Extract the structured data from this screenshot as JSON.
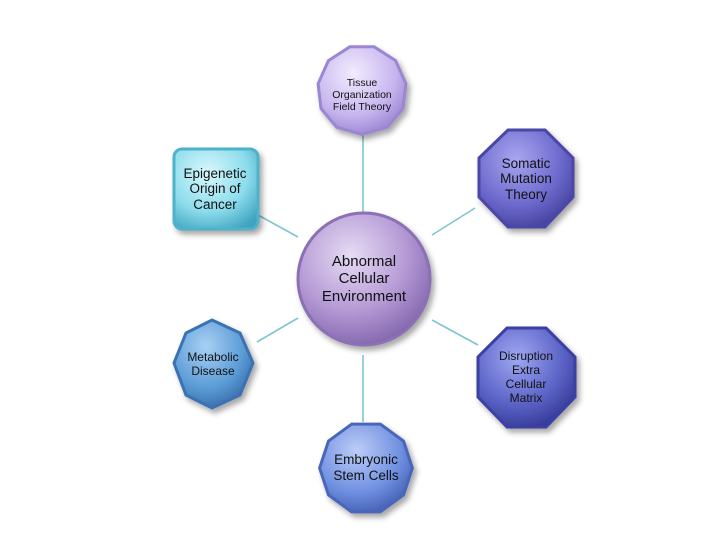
{
  "diagram": {
    "center": {
      "label": "Abnormal\nCellular\nEnvironment"
    },
    "nodes": {
      "tissue": {
        "label": "Tissue\nOrganization\nField Theory"
      },
      "somatic": {
        "label": "Somatic\nMutation\nTheory"
      },
      "epigenetic": {
        "label": "Epigenetic\nOrigin of\nCancer"
      },
      "metabolic": {
        "label": "Metabolic\nDisease"
      },
      "disruption": {
        "label": "Disruption\nExtra\nCellular\nMatrix"
      },
      "embryonic": {
        "label": "Embryonic\nStem Cells"
      }
    }
  },
  "colors": {
    "connector": "#7fc4d2",
    "center_fill": "#a58bc6",
    "tissue_fill": "#c8b8ec",
    "somatic_fill": "#6c6ac6",
    "epigenetic_fill": "#8fe0ee",
    "metabolic_fill": "#5c9fd8",
    "disruption_fill": "#5a63c4",
    "embryonic_fill": "#6f8fe0"
  }
}
